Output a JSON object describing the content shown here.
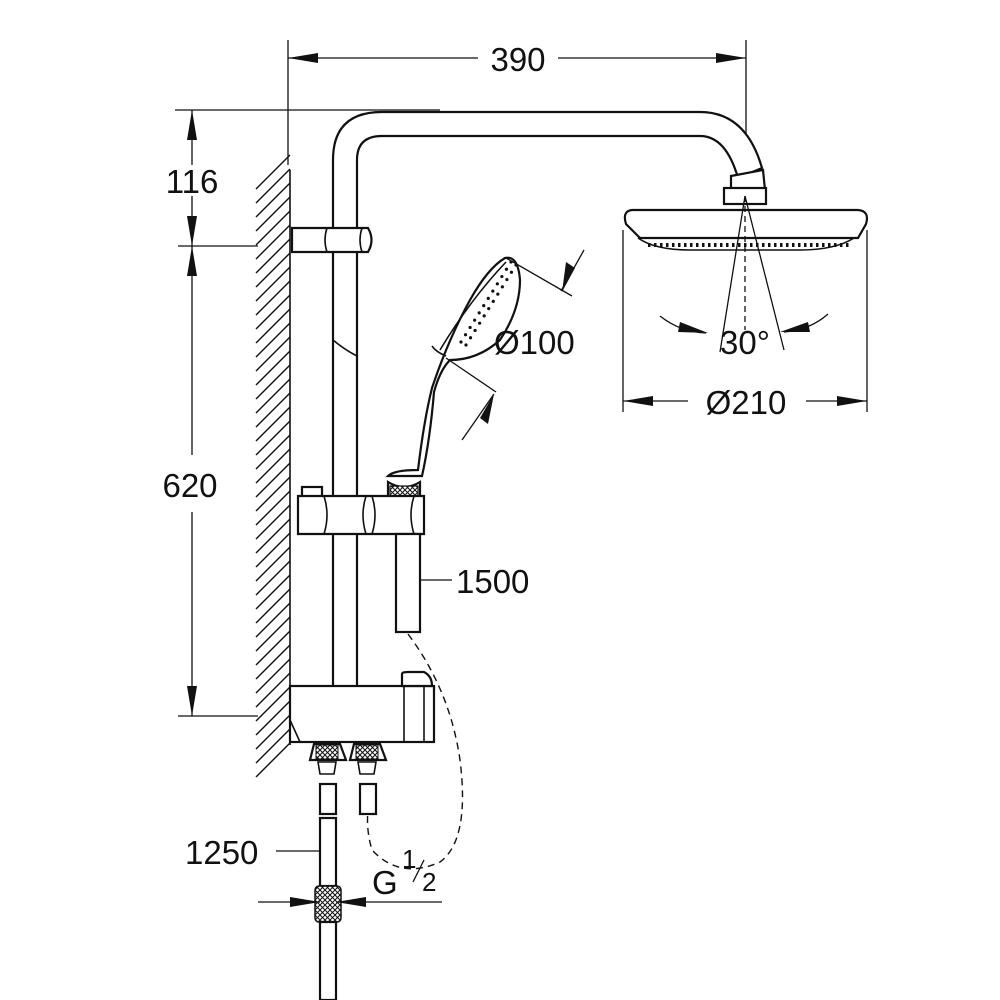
{
  "dimensions": {
    "width_top": "390",
    "height_top": "116",
    "height_rail": "620",
    "hand_shower_diameter": "Ø100",
    "head_shower_diameter": "Ø210",
    "head_tilt_angle": "30°",
    "hose_length": "1500",
    "supply_hose_length": "1250",
    "thread_label": "G",
    "thread_num": "1",
    "thread_den": "2"
  },
  "colors": {
    "line": "#111111",
    "background": "#ffffff"
  }
}
